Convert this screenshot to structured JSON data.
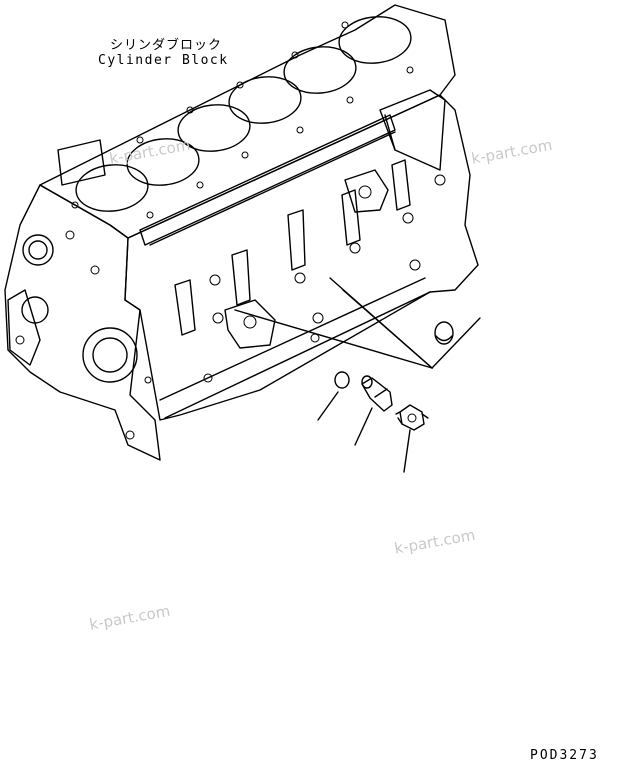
{
  "diagram": {
    "title_jp": "シリンダブロック",
    "title_en": "Cylinder Block",
    "drawing_code": "POD3273",
    "watermark": "k-part.com"
  }
}
